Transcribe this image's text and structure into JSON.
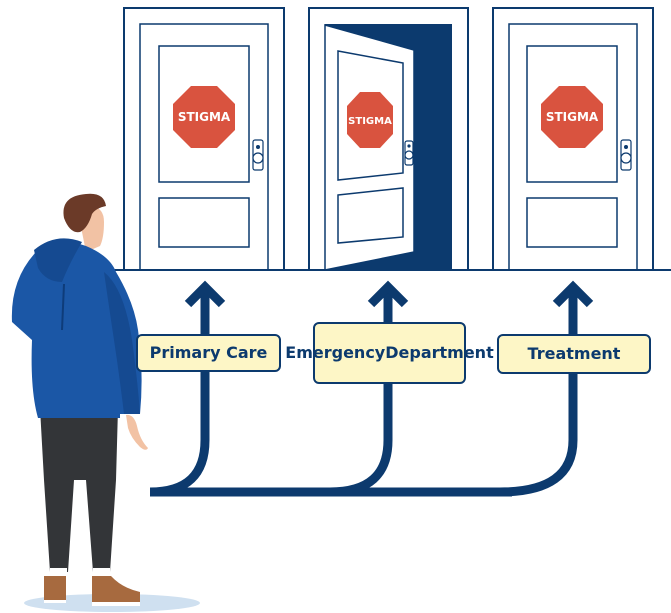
{
  "doors": [
    {
      "sign_text": "STIGMA",
      "state": "closed"
    },
    {
      "sign_text": "STIGMA",
      "state": "open"
    },
    {
      "sign_text": "STIGMA",
      "state": "closed"
    }
  ],
  "paths": [
    {
      "label": "Primary Care"
    },
    {
      "label": "Emergency Department"
    },
    {
      "label": "Treatment"
    }
  ],
  "colors": {
    "navy": "#0c3a6e",
    "sign_red": "#d9533f",
    "label_fill": "#fdf6c6",
    "jacket_blue": "#1b57a6",
    "floor_shadow": "#cfe0f0"
  }
}
